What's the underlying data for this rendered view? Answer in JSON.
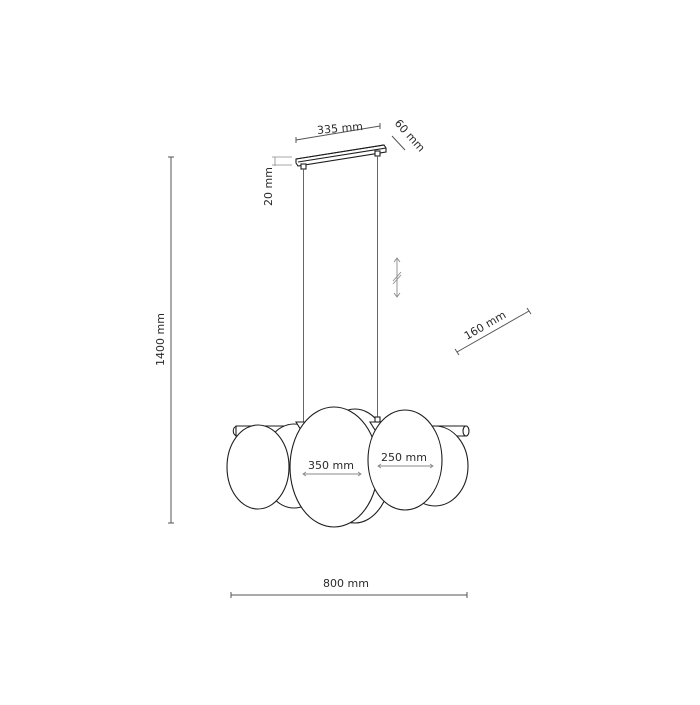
{
  "diagram": {
    "subject": "pendant lamp dimension drawing",
    "line_color": "#1e1e1e",
    "dimension_color": "#555555",
    "dimensions": {
      "canopy_length": "335 mm",
      "canopy_width": "60 mm",
      "canopy_height": "20 mm",
      "total_height": "1400 mm",
      "depth": "160 mm",
      "large_globe_diameter": "350 mm",
      "small_globe_diameter": "250 mm",
      "total_width": "800 mm"
    },
    "adjustable_cord_icon": "adjustable-length-arrows-icon"
  }
}
